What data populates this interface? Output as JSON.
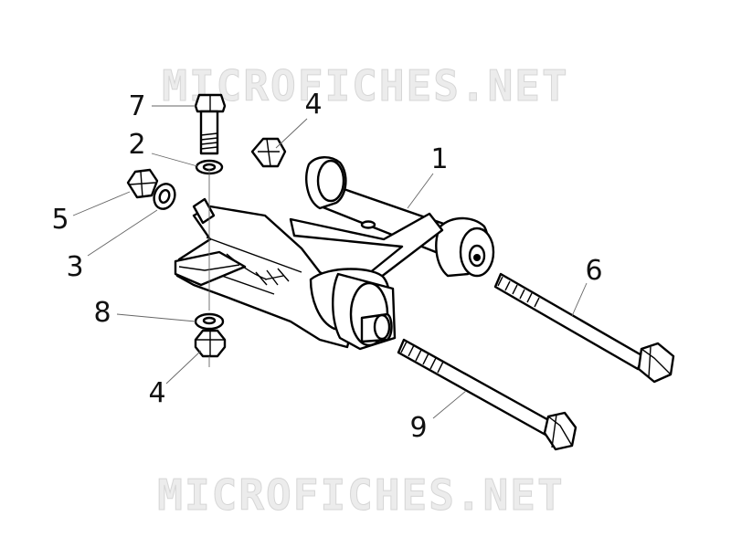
{
  "watermark": {
    "top": "MICROFICHES.NET",
    "bottom": "MICROFICHES.NET"
  },
  "callouts": {
    "c1": "1",
    "c2": "2",
    "c3": "3",
    "c4a": "4",
    "c4b": "4",
    "c5": "5",
    "c6": "6",
    "c7": "7",
    "c8": "8",
    "c9": "9"
  }
}
